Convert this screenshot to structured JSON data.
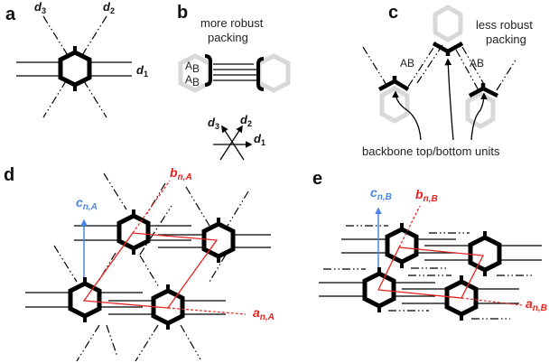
{
  "figure": {
    "panels": {
      "a": {
        "label": "a",
        "d3": "d",
        "d3_sub": "3",
        "d2": "d",
        "d2_sub": "2",
        "d1": "d",
        "d1_sub": "1"
      },
      "b": {
        "label": "b",
        "title_line1": "more robust",
        "title_line2": "packing",
        "ab1": "A",
        "ab1_sub": "B",
        "ab2": "A",
        "ab2_sub": "B",
        "axes": {
          "d3": "d",
          "d3_sub": "3",
          "d2": "d",
          "d2_sub": "2",
          "d1": "d",
          "d1_sub": "1"
        }
      },
      "c": {
        "label": "c",
        "title_line1": "less robust",
        "title_line2": "packing",
        "ab_left": "AB",
        "ab_right": "AB",
        "caption": "backbone top/bottom units"
      },
      "d": {
        "label": "d",
        "c_vec": "c",
        "c_sub": "n,A",
        "b_vec": "b",
        "b_sub": "n,A",
        "a_vec": "a",
        "a_sub": "n,A"
      },
      "e": {
        "label": "e",
        "c_vec": "c",
        "c_sub": "n,B",
        "b_vec": "b",
        "b_sub": "n,B",
        "a_vec": "a",
        "a_sub": "n,B"
      }
    },
    "colors": {
      "lattice_red": "#e8231f",
      "c_axis_blue": "#4a86e8",
      "ghost_gray": "#d8d8d8"
    }
  }
}
